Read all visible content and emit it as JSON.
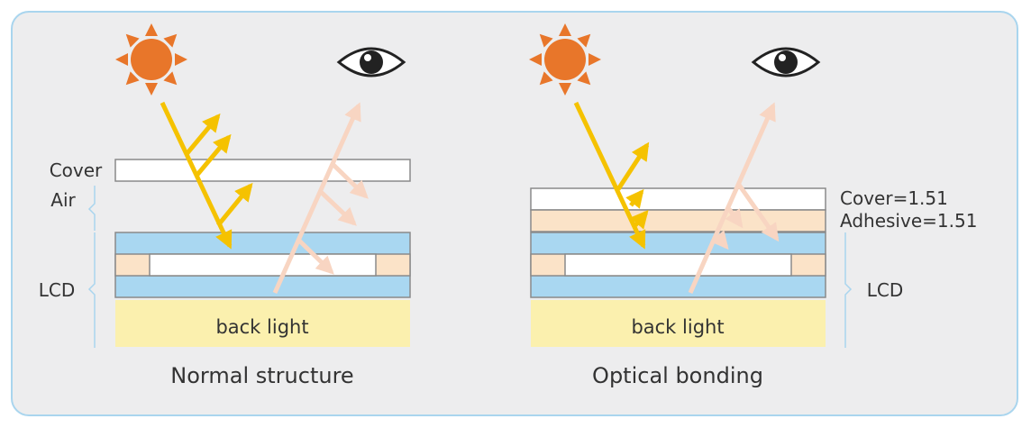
{
  "normal": {
    "title": "Normal structure",
    "cover_label": "Cover",
    "air_label": "Air",
    "lcd_label": "LCD",
    "backlight_label": "back light"
  },
  "optical": {
    "title": "Optical bonding",
    "cover_label": "Cover=1.51",
    "adhesive_label": "Adhesive=1.51",
    "lcd_label": "LCD",
    "backlight_label": "back light"
  },
  "colors": {
    "panel_bg": "#ededee",
    "panel_border": "#a9d5ee",
    "sun": "#e8762a",
    "sunlight_ray": "#f5c200",
    "backlight_ray": "#f8d5c2",
    "lcd_blue": "#a9d7f1",
    "adhesive": "#fbe3c8",
    "backlight": "#fbf0ae"
  },
  "icons": [
    "sun-icon",
    "eye-icon"
  ]
}
